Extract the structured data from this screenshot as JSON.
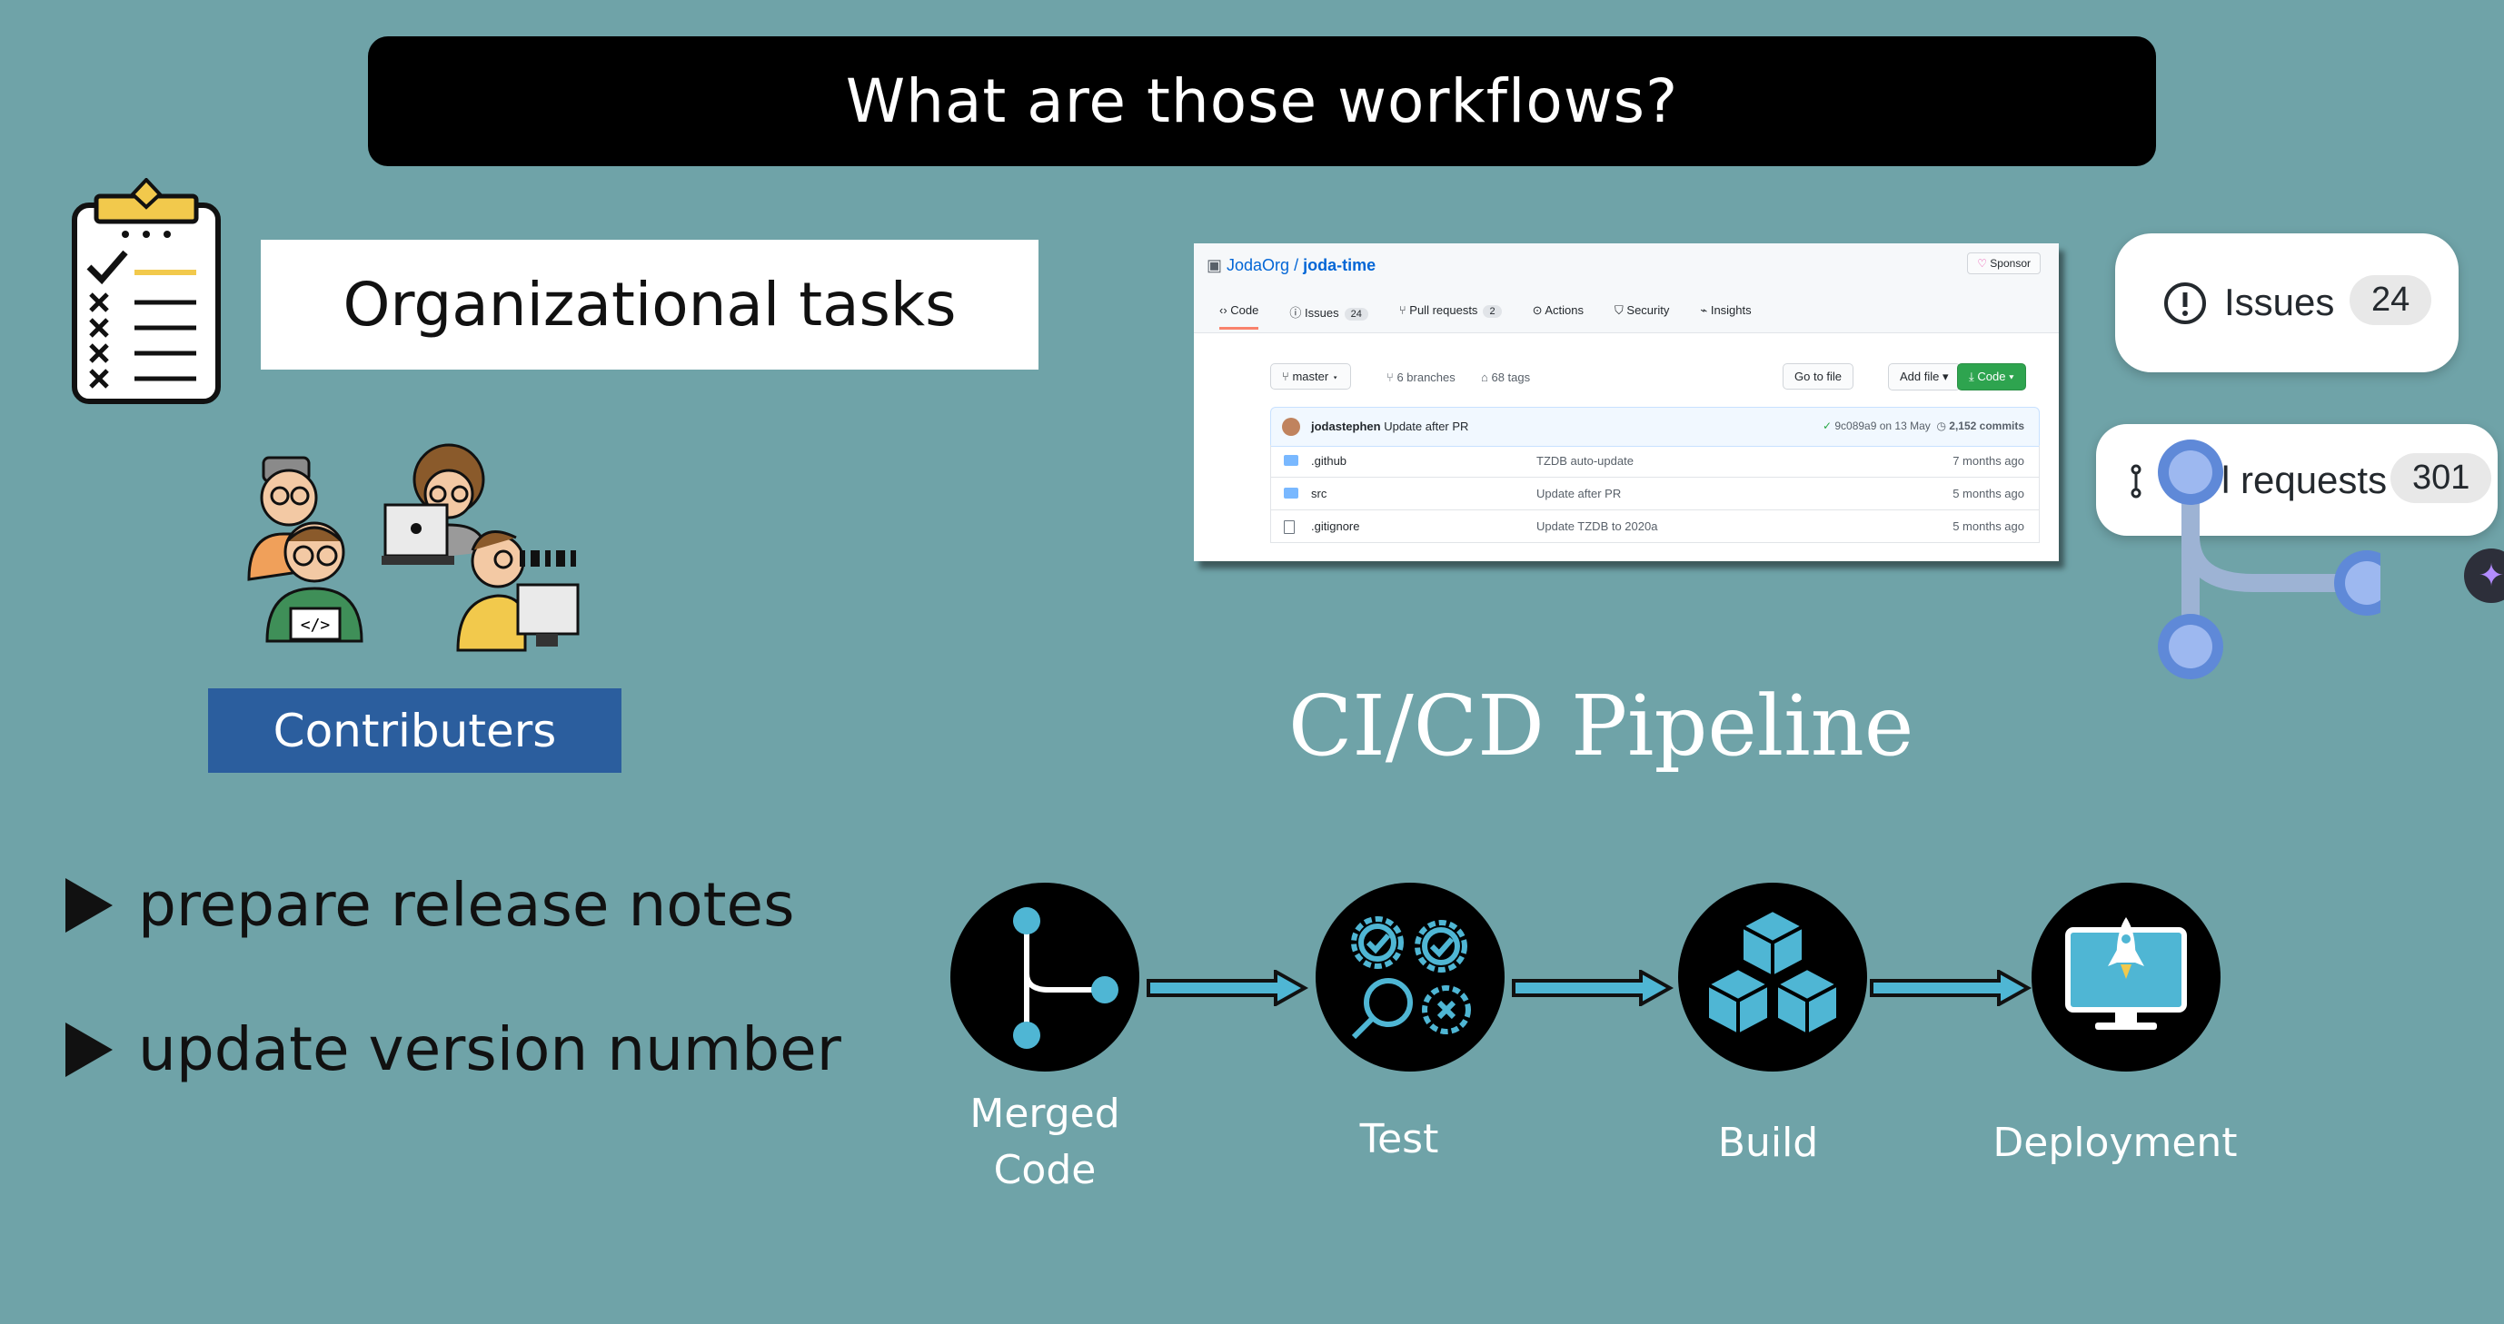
{
  "title": "What are those workflows?",
  "left": {
    "org_tasks": "Organizational tasks",
    "contributors": "Contributers",
    "bullets": [
      "prepare release notes",
      "update version number"
    ]
  },
  "github": {
    "owner": "JodaOrg",
    "sep": " / ",
    "repo": "joda-time",
    "sponsor": "Sponsor",
    "tabs": [
      {
        "label": "Code"
      },
      {
        "label": "Issues",
        "count": "24"
      },
      {
        "label": "Pull requests",
        "count": "2"
      },
      {
        "label": "Actions"
      },
      {
        "label": "Security"
      },
      {
        "label": "Insights"
      }
    ],
    "branch": "master",
    "branches": "6 branches",
    "tags": "68 tags",
    "go_to_file": "Go to file",
    "add_file": "Add file",
    "code_btn": "Code",
    "commit_author": "jodastephen",
    "commit_msg": "Update after PR",
    "commit_hash": "9c089a9",
    "commit_date": "on 13 May",
    "commits": "2,152 commits",
    "files": [
      {
        "name": ".github",
        "message": "TZDB auto-update",
        "age": "7 months ago",
        "kind": "folder"
      },
      {
        "name": "src",
        "message": "Update after PR",
        "age": "5 months ago",
        "kind": "folder"
      },
      {
        "name": ".gitignore",
        "message": "Update TZDB to 2020a",
        "age": "5 months ago",
        "kind": "file"
      }
    ]
  },
  "issues_pill": {
    "label": "Issues",
    "count": "24"
  },
  "pr_pill": {
    "label": "l requests",
    "count": "301"
  },
  "pipeline": {
    "title": "CI/CD Pipeline",
    "stages": [
      {
        "label": "Merged Code"
      },
      {
        "label": "Test"
      },
      {
        "label": "Build"
      },
      {
        "label": "Deployment"
      }
    ]
  },
  "colors": {
    "background": "#6fa3a8",
    "accent_blue": "#2b5e9e",
    "arrow": "#4fb6d4",
    "node_blue": "#5f89d8"
  }
}
